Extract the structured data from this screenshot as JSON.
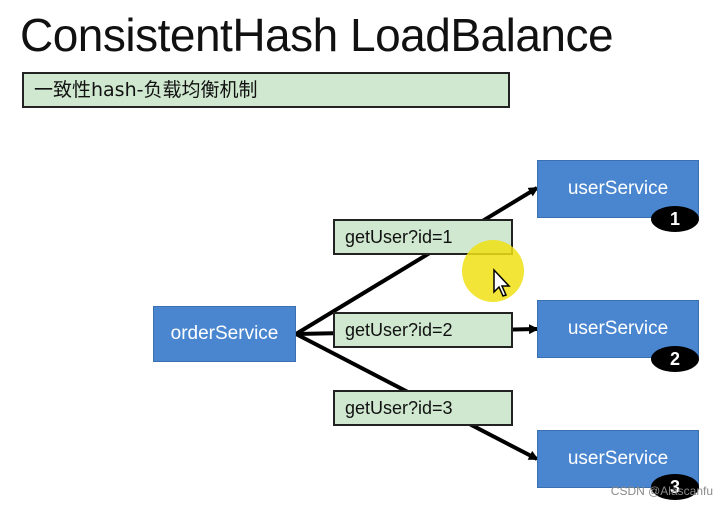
{
  "title": "ConsistentHash LoadBalance",
  "subtitle": "一致性hash-负载均衡机制",
  "order_service": "orderService",
  "user_services": [
    {
      "label": "userService",
      "badge": "1"
    },
    {
      "label": "userService",
      "badge": "2"
    },
    {
      "label": "userService",
      "badge": "3"
    }
  ],
  "requests": [
    "getUser?id=1",
    "getUser?id=2",
    "getUser?id=3"
  ],
  "watermark": "CSDN @Alascanfu",
  "colors": {
    "service_box": "#4a86d0",
    "request_box": "#cfe8cf",
    "highlight": "#f0e114",
    "badge": "#000000"
  }
}
